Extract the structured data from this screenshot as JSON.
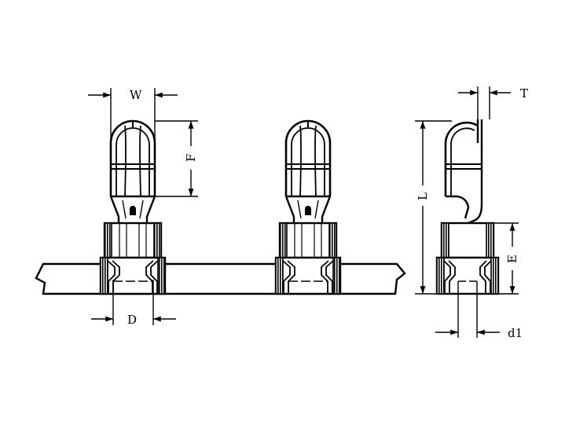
{
  "dimension_labels": {
    "w": "W",
    "f": "F",
    "d": "D",
    "t": "T",
    "l": "L",
    "e": "E",
    "d1": "d1"
  },
  "colors": {
    "line": "#000000",
    "background": "#ffffff"
  }
}
